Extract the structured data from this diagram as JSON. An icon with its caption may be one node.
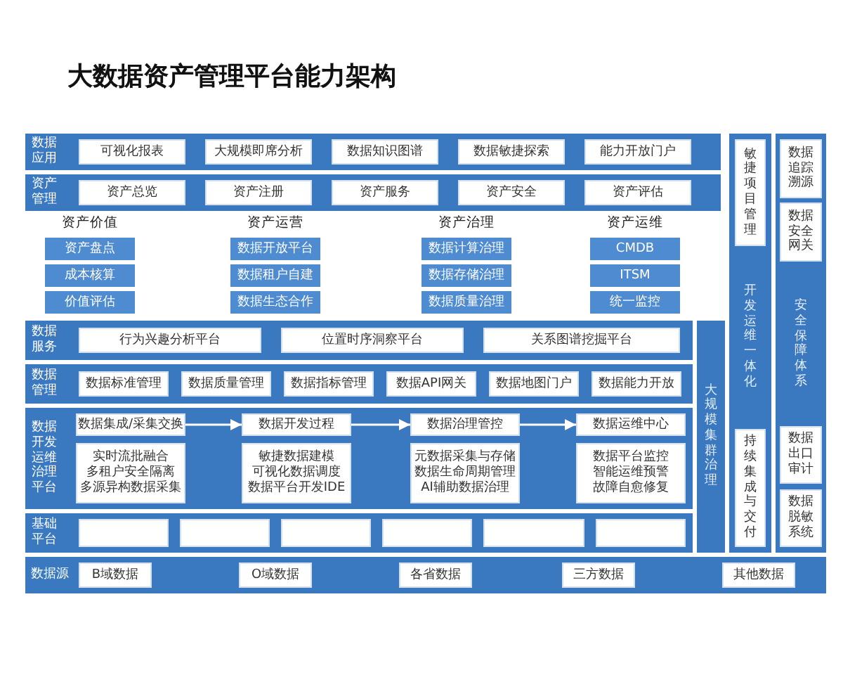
{
  "diagram": {
    "title": "大数据资产管理平台能力架构",
    "nodes": [
      {
        "text": [
          "数据应用"
        ]
      },
      {
        "text": [
          "可视化报表"
        ],
        "in": 0
      },
      {
        "text": [
          "大规模即席分析"
        ],
        "in": 0
      },
      {
        "text": [
          "数据知识图谱"
        ],
        "in": 0
      },
      {
        "text": [
          "数据敏捷探索"
        ],
        "in": 0
      },
      {
        "text": [
          "能力开放门户"
        ],
        "in": 0
      },
      {
        "text": [
          "资产管理"
        ]
      },
      {
        "text": [
          "资产总览"
        ],
        "in": 6
      },
      {
        "text": [
          "资产注册"
        ],
        "in": 6
      },
      {
        "text": [
          "资产服务"
        ],
        "in": 6
      },
      {
        "text": [
          "资产安全"
        ],
        "in": 6
      },
      {
        "text": [
          "资产评估"
        ],
        "in": 6
      },
      {
        "text": [
          "资产盘点"
        ]
      },
      {
        "text": [
          "成本核算"
        ]
      },
      {
        "text": [
          "价值评估"
        ]
      },
      {
        "text": [
          "数据开放平台"
        ]
      },
      {
        "text": [
          "数据租户自建"
        ]
      },
      {
        "text": [
          "数据生态合作"
        ]
      },
      {
        "text": [
          "数据计算治理"
        ]
      },
      {
        "text": [
          "数据存储治理"
        ]
      },
      {
        "text": [
          "数据质量治理"
        ]
      },
      {
        "text": [
          "CMDB"
        ]
      },
      {
        "text": [
          "ITSM"
        ]
      },
      {
        "text": [
          "统一监控"
        ]
      },
      {
        "text": [
          "数据服务"
        ]
      },
      {
        "text": [
          "行为兴趣分析平台"
        ],
        "in": 24
      },
      {
        "text": [
          "位置时序洞察平台"
        ],
        "in": 24
      },
      {
        "text": [
          "关系图谱挖掘平台"
        ],
        "in": 24
      },
      {
        "text": [
          "数据管理"
        ]
      },
      {
        "text": [
          "数据标准管理"
        ],
        "in": 28
      },
      {
        "text": [
          "数据质量管理"
        ],
        "in": 28
      },
      {
        "text": [
          "数据指标管理"
        ],
        "in": 28
      },
      {
        "text": [
          "数据API网关"
        ],
        "in": 28
      },
      {
        "text": [
          "数据地图门户"
        ],
        "in": 28
      },
      {
        "text": [
          "数据能力开放"
        ],
        "in": 28
      },
      {
        "text": [
          "数据开发运维治理平台"
        ]
      },
      {
        "text": [
          "数据集成/采集交换"
        ],
        "in": 35
      },
      {
        "text": [
          "数据开发过程"
        ],
        "in": 35
      },
      {
        "text": [
          "数据治理管控"
        ],
        "in": 35
      },
      {
        "text": [
          "数据运维中心"
        ],
        "in": 35
      },
      {
        "text": [
          "实时流批融合",
          "多租户安全隔离",
          "多源异构数据采集"
        ],
        "in": 35
      },
      {
        "text": [
          "敏捷数据建模",
          "可视化数据调度",
          "数据平台开发IDE"
        ],
        "in": 35
      },
      {
        "text": [
          "元数据采集与存储",
          "数据生命周期管理",
          "AI辅助数据治理"
        ],
        "in": 35
      },
      {
        "text": [
          "数据平台监控",
          "智能运维预警",
          "故障自愈修复"
        ],
        "in": 35
      },
      {
        "text": [
          "基础平台"
        ]
      },
      {
        "text": [],
        "shape": "box",
        "in": 44
      },
      {
        "text": [],
        "shape": "box",
        "in": 44
      },
      {
        "text": [],
        "shape": "box",
        "in": 44
      },
      {
        "text": [],
        "shape": "box",
        "in": 44
      },
      {
        "text": [],
        "shape": "box",
        "in": 44
      },
      {
        "text": [],
        "shape": "box",
        "in": 44
      },
      {
        "text": [
          "大规模集群治理"
        ]
      },
      {
        "text": [
          "开发运维一体化"
        ]
      },
      {
        "text": [
          "敏捷项目管理"
        ],
        "in": 52
      },
      {
        "text": [
          "持续集成与交付"
        ],
        "in": 52
      },
      {
        "text": [
          "安全保障体系"
        ]
      },
      {
        "text": [
          "数据追踪溯源"
        ],
        "in": 55
      },
      {
        "text": [
          "数据安全网关"
        ],
        "in": 55
      },
      {
        "text": [
          "数据出口审计"
        ],
        "in": 55
      },
      {
        "text": [
          "数据脱敏系统"
        ],
        "in": 55
      },
      {
        "text": [
          "数据源"
        ]
      },
      {
        "text": [
          "B域数据"
        ],
        "in": 60
      },
      {
        "text": [
          "O域数据"
        ],
        "in": 60
      },
      {
        "text": [
          "各省数据"
        ],
        "in": 60
      },
      {
        "text": [
          "三方数据"
        ],
        "in": 60
      },
      {
        "text": [
          "其他数据"
        ],
        "in": 60
      }
    ],
    "edges": [
      {
        "from": 36,
        "to": 37,
        "arrow": "to"
      },
      {
        "from": 37,
        "to": 38,
        "arrow": "to"
      },
      {
        "from": 38,
        "to": 39,
        "arrow": "to"
      }
    ],
    "labels": [
      "资产价值",
      "资产运营",
      "资产治理",
      "资产运维"
    ]
  }
}
